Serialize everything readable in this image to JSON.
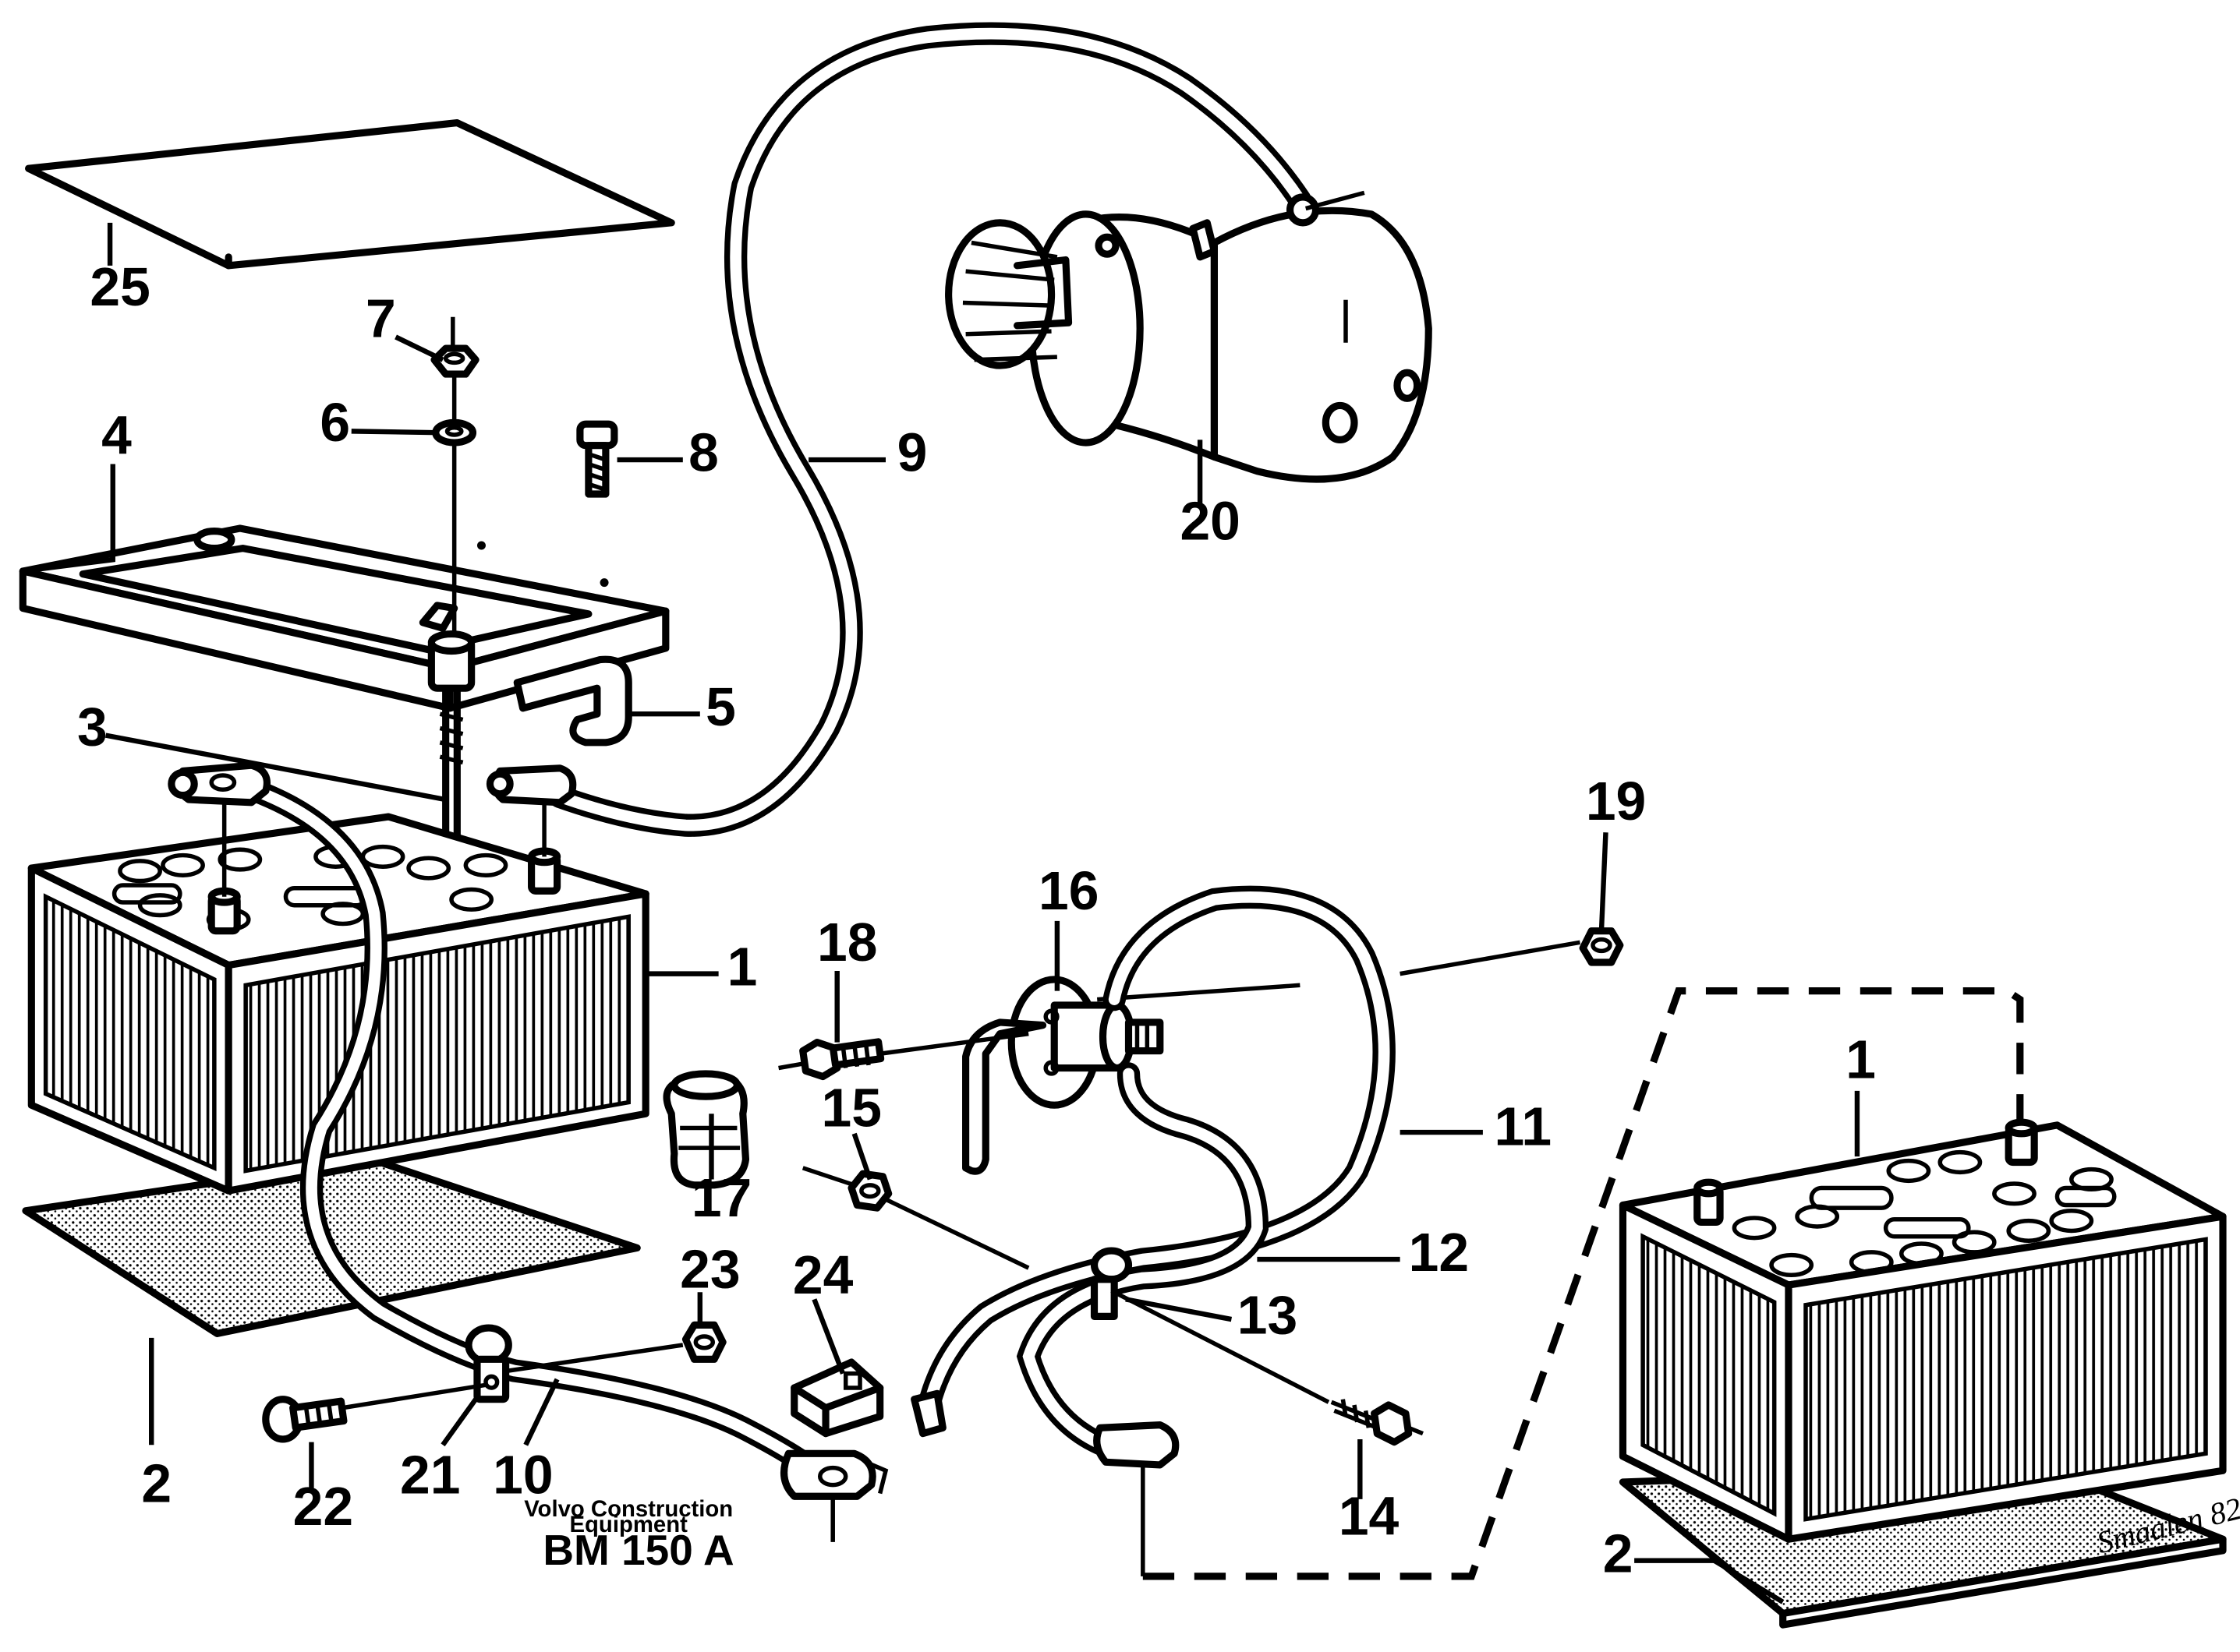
{
  "diagram": {
    "labels": {
      "l1a": "1",
      "l1b": "1",
      "l2a": "2",
      "l2b": "2",
      "l3": "3",
      "l4": "4",
      "l5": "5",
      "l6": "6",
      "l7": "7",
      "l8": "8",
      "l9": "9",
      "l10": "10",
      "l11": "11",
      "l12": "12",
      "l13": "13",
      "l14": "14",
      "l15": "15",
      "l16": "16",
      "l17": "17",
      "l18": "18",
      "l19": "19",
      "l20": "20",
      "l21": "21",
      "l22": "22",
      "l23": "23",
      "l24": "24",
      "l25": "25"
    },
    "credit_line1": "Volvo Construction",
    "credit_line2": "Equipment",
    "reference": "BM 150 A",
    "signature": "Smaalen 82"
  }
}
